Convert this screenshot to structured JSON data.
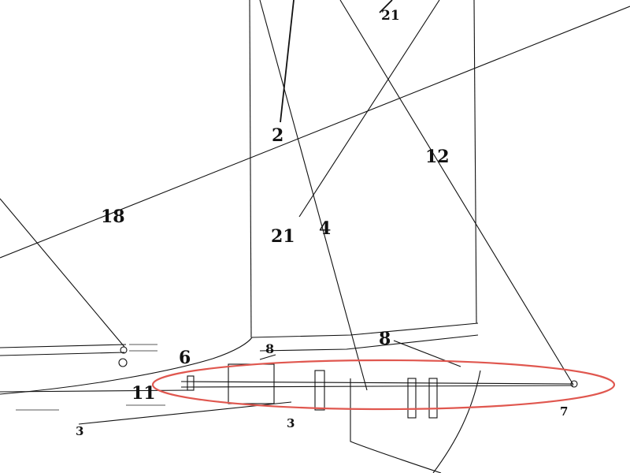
{
  "labels": {
    "l21_top": "21",
    "l2": "2",
    "l12": "12",
    "l18": "18",
    "l21_mid": "21",
    "l4": "4",
    "l8_right": "8",
    "l8_left": "8",
    "l6": "6",
    "l11": "11",
    "l7": "7",
    "l3_left": "3",
    "l3_mid": "3"
  },
  "highlight": {
    "color": "#e0574f"
  }
}
